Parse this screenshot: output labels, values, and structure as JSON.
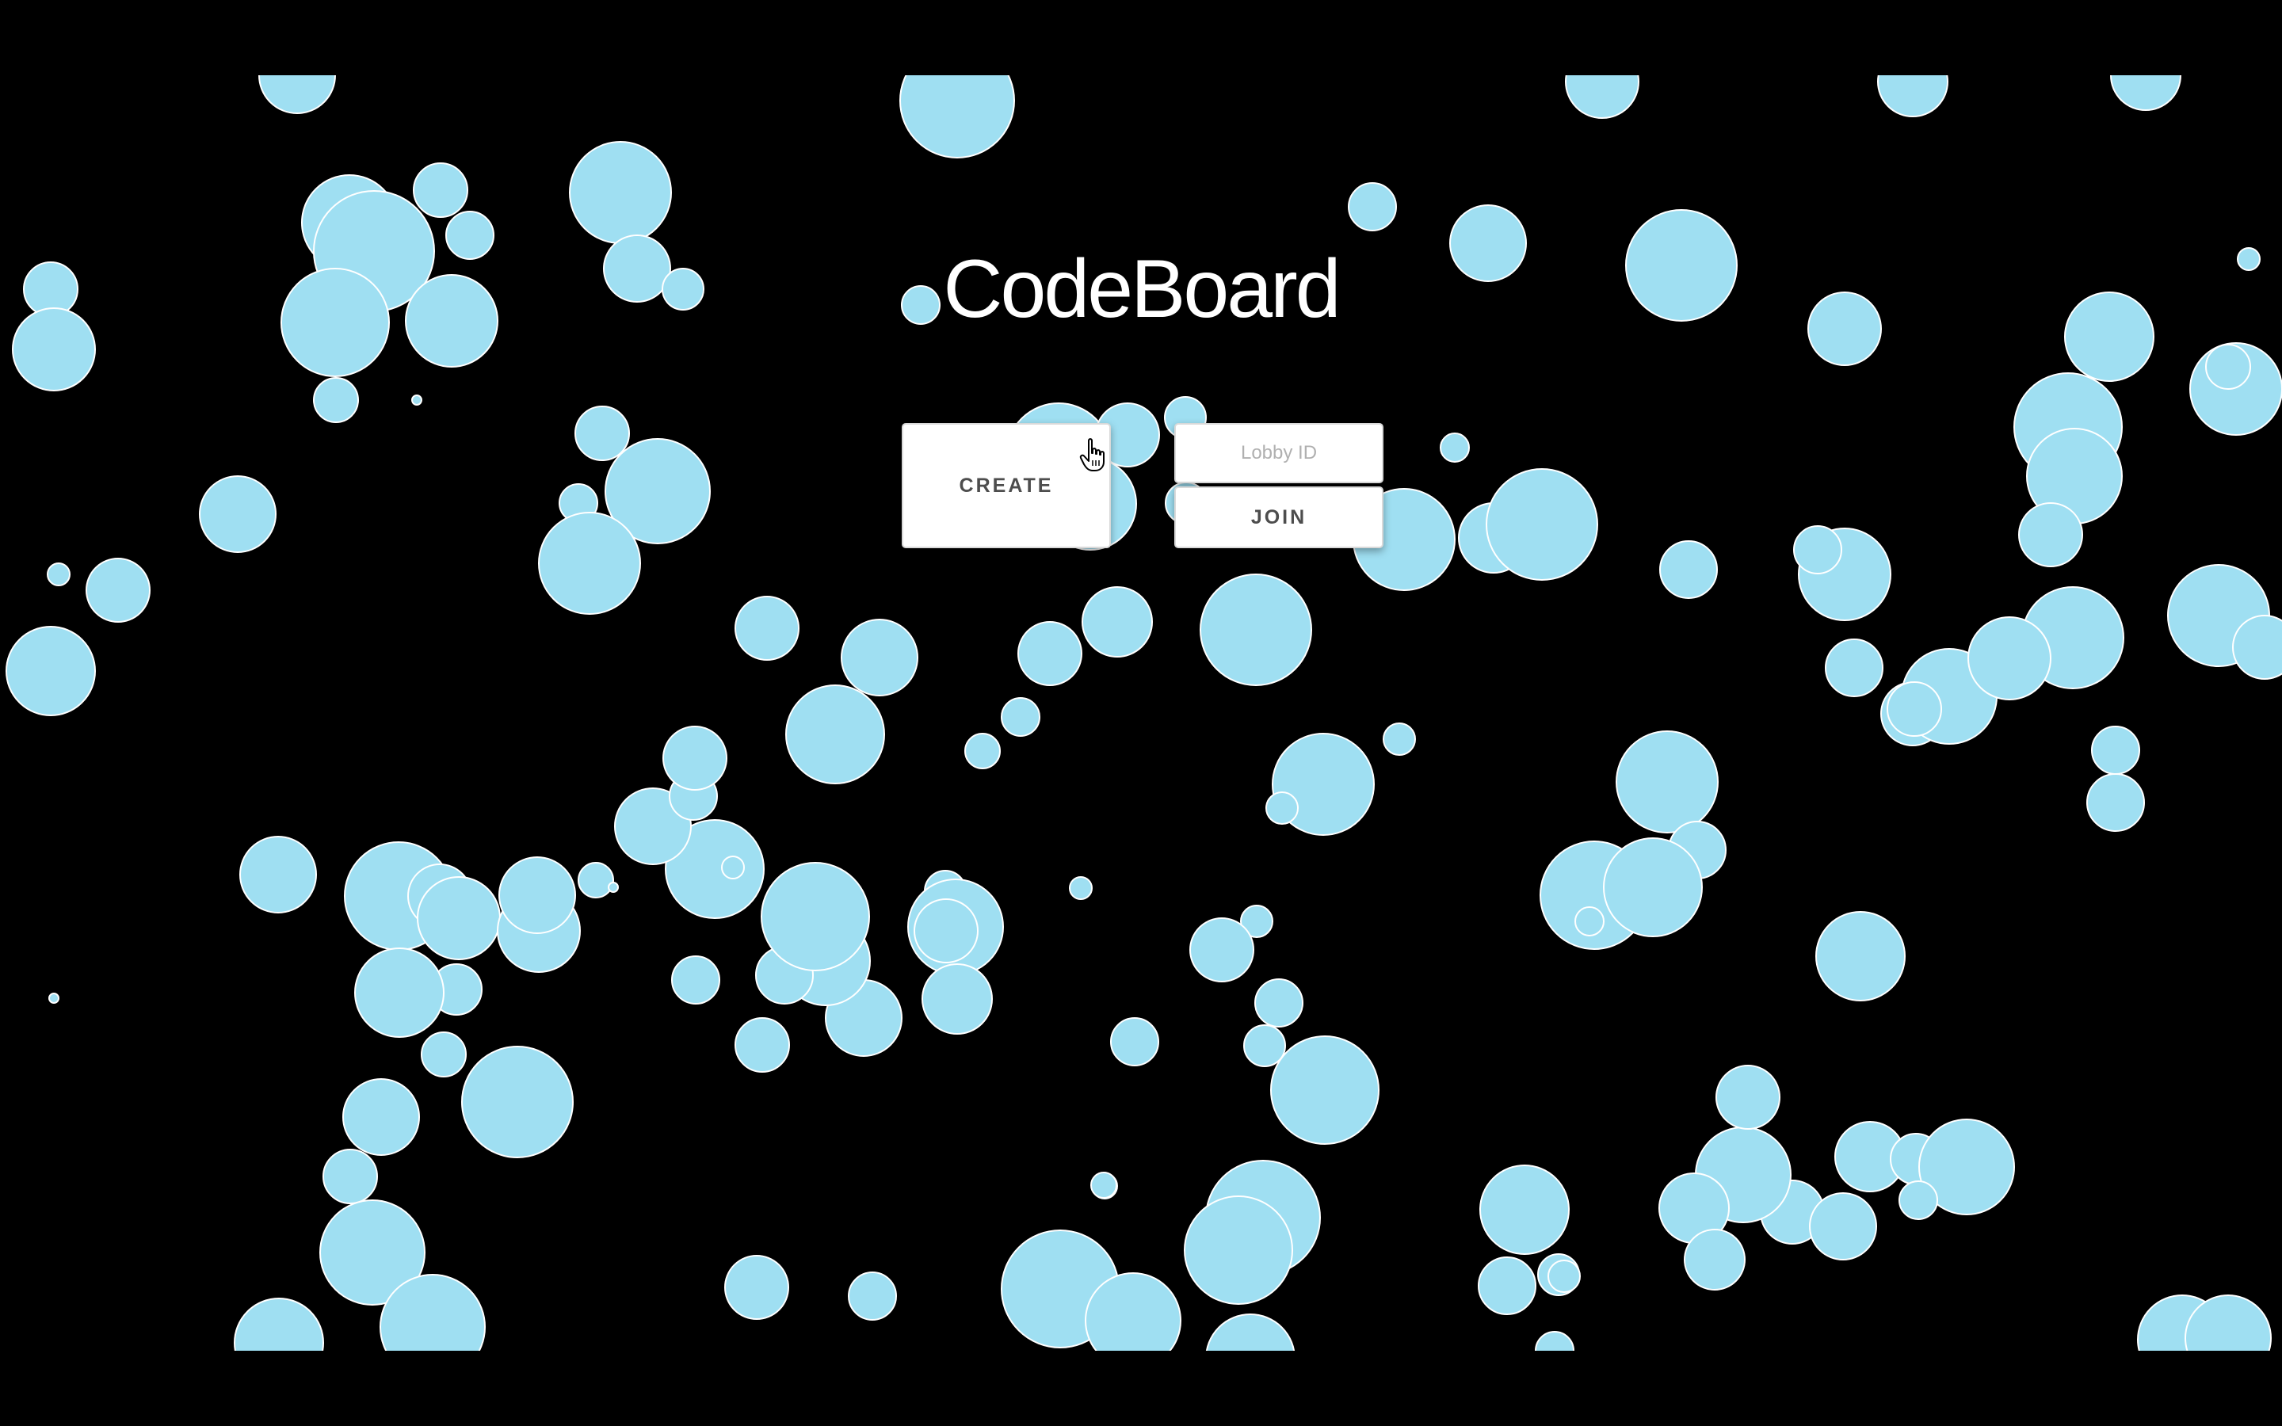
{
  "app": {
    "title": "CodeBoard"
  },
  "actions": {
    "create_label": "CREATE",
    "join_label": "JOIN",
    "lobby_placeholder": "Lobby ID",
    "lobby_value": ""
  },
  "background": {
    "color": "#000000",
    "bubble_fill": "#9fdff2",
    "bubble_stroke": "#ffffff"
  },
  "cursor": {
    "icon": "hand-pointer-icon"
  }
}
